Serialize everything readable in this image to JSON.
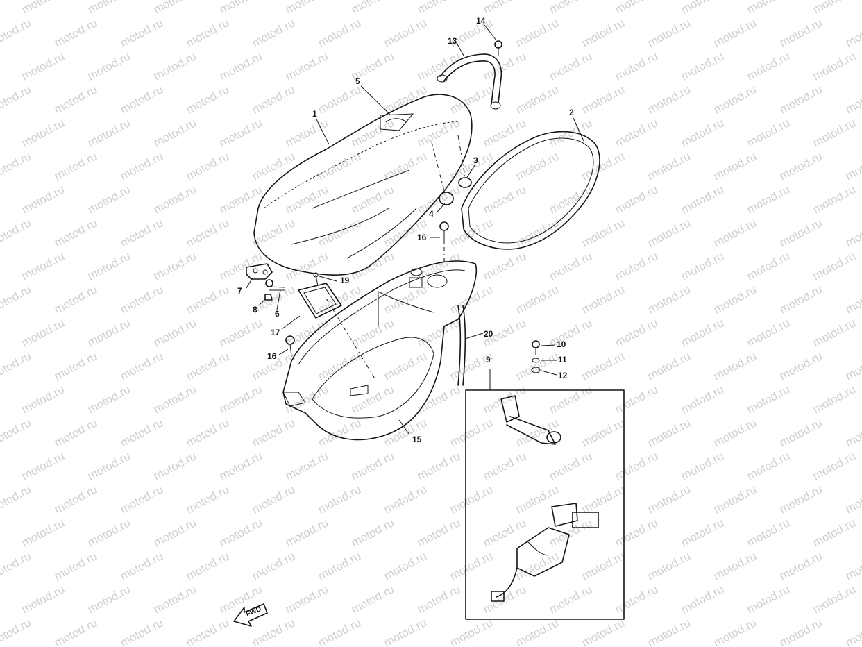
{
  "watermark": {
    "text": "motod.ru",
    "color": "#cfcfcf"
  },
  "fwd_label": "FWD",
  "callouts": [
    {
      "id": "1",
      "text": "1"
    },
    {
      "id": "2",
      "text": "2"
    },
    {
      "id": "3",
      "text": "3"
    },
    {
      "id": "4",
      "text": "4"
    },
    {
      "id": "5",
      "text": "5"
    },
    {
      "id": "6",
      "text": "6"
    },
    {
      "id": "7",
      "text": "7"
    },
    {
      "id": "8",
      "text": "8"
    },
    {
      "id": "9",
      "text": "9"
    },
    {
      "id": "10",
      "text": "10"
    },
    {
      "id": "11",
      "text": "11"
    },
    {
      "id": "12",
      "text": "12"
    },
    {
      "id": "13",
      "text": "13"
    },
    {
      "id": "14",
      "text": "14"
    },
    {
      "id": "15",
      "text": "15"
    },
    {
      "id": "16a",
      "text": "16"
    },
    {
      "id": "16b",
      "text": "16"
    },
    {
      "id": "17",
      "text": "17"
    },
    {
      "id": "19",
      "text": "19"
    },
    {
      "id": "20",
      "text": "20"
    }
  ]
}
